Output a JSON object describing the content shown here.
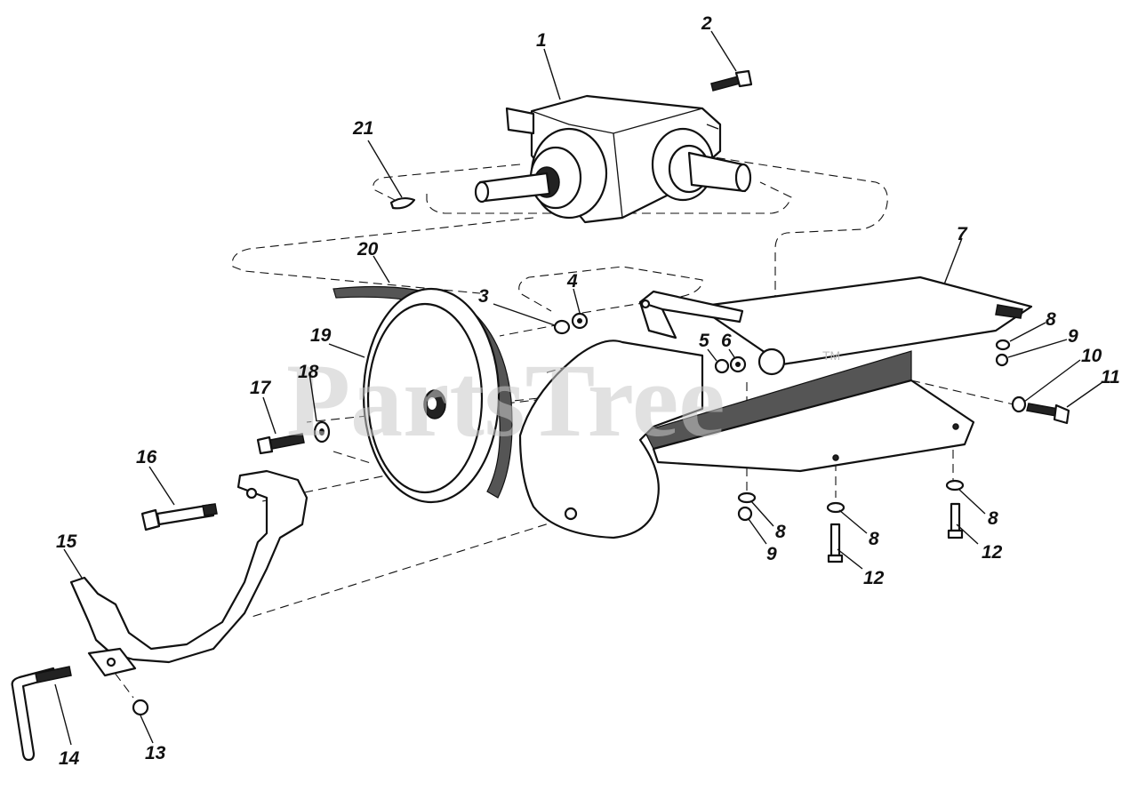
{
  "watermark": {
    "text": "PartsTree",
    "tm": "TM"
  },
  "callouts": [
    {
      "id": "c1",
      "label": "1"
    },
    {
      "id": "c2",
      "label": "2"
    },
    {
      "id": "c3",
      "label": "3"
    },
    {
      "id": "c4",
      "label": "4"
    },
    {
      "id": "c5",
      "label": "5"
    },
    {
      "id": "c6",
      "label": "6"
    },
    {
      "id": "c7",
      "label": "7"
    },
    {
      "id": "c8a",
      "label": "8"
    },
    {
      "id": "c9a",
      "label": "9"
    },
    {
      "id": "c10",
      "label": "10"
    },
    {
      "id": "c11",
      "label": "11"
    },
    {
      "id": "c8b",
      "label": "8"
    },
    {
      "id": "c9b",
      "label": "9"
    },
    {
      "id": "c8c",
      "label": "8"
    },
    {
      "id": "c12a",
      "label": "12"
    },
    {
      "id": "c8d",
      "label": "8"
    },
    {
      "id": "c12b",
      "label": "12"
    },
    {
      "id": "c13",
      "label": "13"
    },
    {
      "id": "c14",
      "label": "14"
    },
    {
      "id": "c15",
      "label": "15"
    },
    {
      "id": "c16",
      "label": "16"
    },
    {
      "id": "c17",
      "label": "17"
    },
    {
      "id": "c18",
      "label": "18"
    },
    {
      "id": "c19",
      "label": "19"
    },
    {
      "id": "c20",
      "label": "20"
    },
    {
      "id": "c21",
      "label": "21"
    }
  ]
}
